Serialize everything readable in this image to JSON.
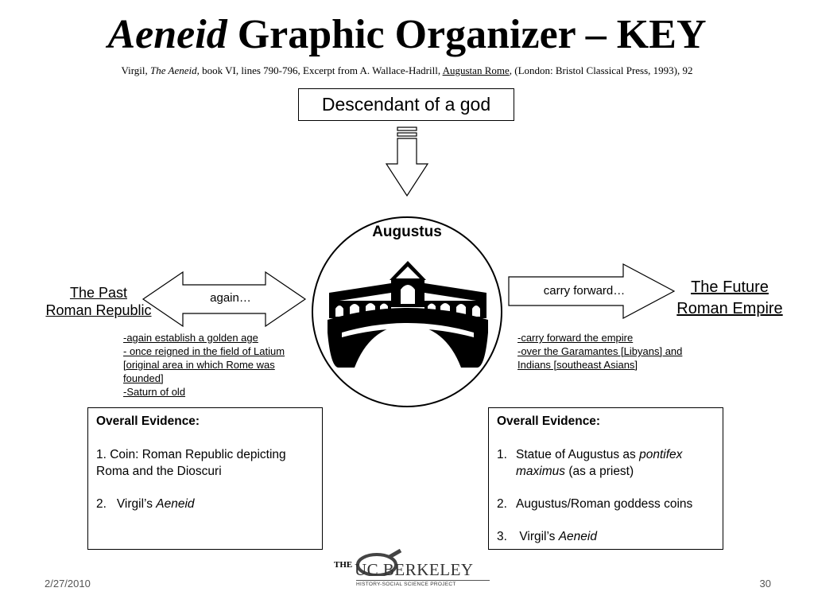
{
  "title": {
    "italic": "Aeneid",
    "rest": " Graphic Organizer – KEY"
  },
  "citation": {
    "prefix": "Virgil, ",
    "work": "The Aeneid,",
    "mid": " book VI, lines 790-796, Excerpt from A. Wallace-Hadrill, ",
    "book": "Augustan Rome",
    "suffix": ", (London: Bristol Classical Press, 1993), 92"
  },
  "top_box": "Descendant of a god",
  "center": {
    "label": "Augustus",
    "icon": "bridge-icon"
  },
  "left": {
    "label_line1": "The Past",
    "label_line2": "Roman Republic",
    "arrow_text": "again…",
    "notes": [
      "-again establish a golden age",
      "- once reigned in the field of Latium",
      "[original area in which Rome was",
      "founded]",
      "-Saturn of old"
    ]
  },
  "right": {
    "label_line1": "The Future",
    "label_line2": "Roman Empire",
    "arrow_text": "carry forward…",
    "notes": [
      "-carry forward the empire",
      "-over the Garamantes [Libyans] and",
      "Indians [southeast Asians]"
    ]
  },
  "evidence_left": {
    "heading": "Overall Evidence:",
    "item1": "1.  Coin: Roman Republic depicting Roma and the Dioscuri",
    "item2_num": "2.",
    "item2_text": "Virgil’s ",
    "item2_italic": "Aeneid"
  },
  "evidence_right": {
    "heading": "Overall Evidence:",
    "item1_num": "1.",
    "item1_text": "Statue of Augustus as ",
    "item1_italic": "pontifex maximus",
    "item1_after": " (as a priest)",
    "item2_num": "2.",
    "item2_text": "Augustus/Roman goddess coins",
    "item3_num": "3.",
    "item3_text": "Virgil’s ",
    "item3_italic": "Aeneid"
  },
  "footer": {
    "date": "2/27/2010",
    "page": "30",
    "logo_the": "THE",
    "logo_main": "UC BERKELEY",
    "logo_sub": "HISTORY-SOCIAL SCIENCE PROJECT"
  }
}
